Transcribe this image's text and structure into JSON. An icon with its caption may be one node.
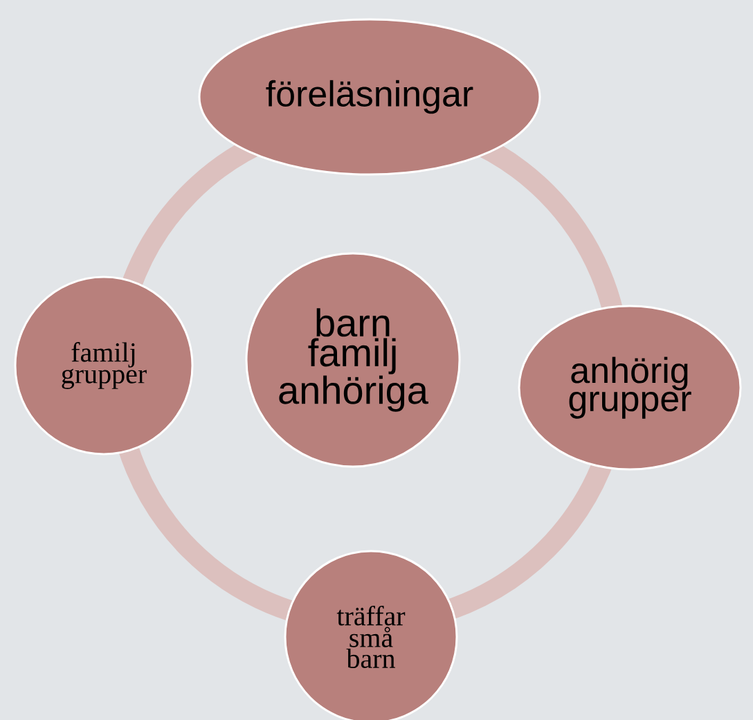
{
  "diagram": {
    "nodes": [
      {
        "text": [
          "föreläsningar"
        ]
      },
      {
        "text": [
          "barn familj anhöriga"
        ]
      },
      {
        "text": [
          "familj grupper"
        ]
      },
      {
        "text": [
          "anhörig grupper"
        ]
      },
      {
        "text": [
          "träffar små barn"
        ]
      }
    ]
  }
}
